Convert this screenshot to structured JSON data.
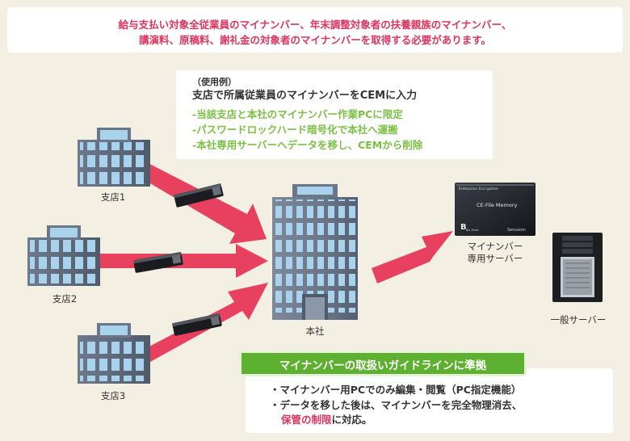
{
  "banner": {
    "line1": "給与支払い対象全従業員のマイナンバー、年末調整対象者の扶養親族のマイナンバー、",
    "line2": "講演料、原稿料、謝礼金の対象者のマイナンバーを取得する必要があります。"
  },
  "usecase": {
    "small": "（使用例）",
    "title": "支店で所属従業員のマイナンバーをCEMに入力",
    "items": [
      "-当該支店と本社のマイナンバー作業PCに限定",
      "-パスワードロックハード暗号化で本社へ運搬",
      "-本社専用サーバーへデータを移し、CEMから削除"
    ]
  },
  "branches": [
    "支店1",
    "支店2",
    "支店3"
  ],
  "hq": "本社",
  "server": {
    "line1": "マイナンバー",
    "line2": "専用サーバー",
    "brand_top": "Enterprise Encryption",
    "brand_mid": "CE-File Memory",
    "brand_bottom": "Senusion",
    "brand_b": "B",
    "brand_sub": "Bio Point"
  },
  "general_server": "一般サーバー",
  "guide": {
    "label": "マイナンバーの取扱いガイドラインに準拠",
    "item1": "・マイナンバー用PCでのみ編集・閲覧（PC指定機能）",
    "item2": "・データを移した後は、マイナンバーを完全物理消去、",
    "item3_red": "保管の制限",
    "item3_rest": "に対応。"
  },
  "colors": {
    "accent_red": "#e0335e",
    "green": "#7ac143",
    "guide_green": "#5eb130",
    "building": "#5f6b7d",
    "window": "#a9d3ec"
  }
}
